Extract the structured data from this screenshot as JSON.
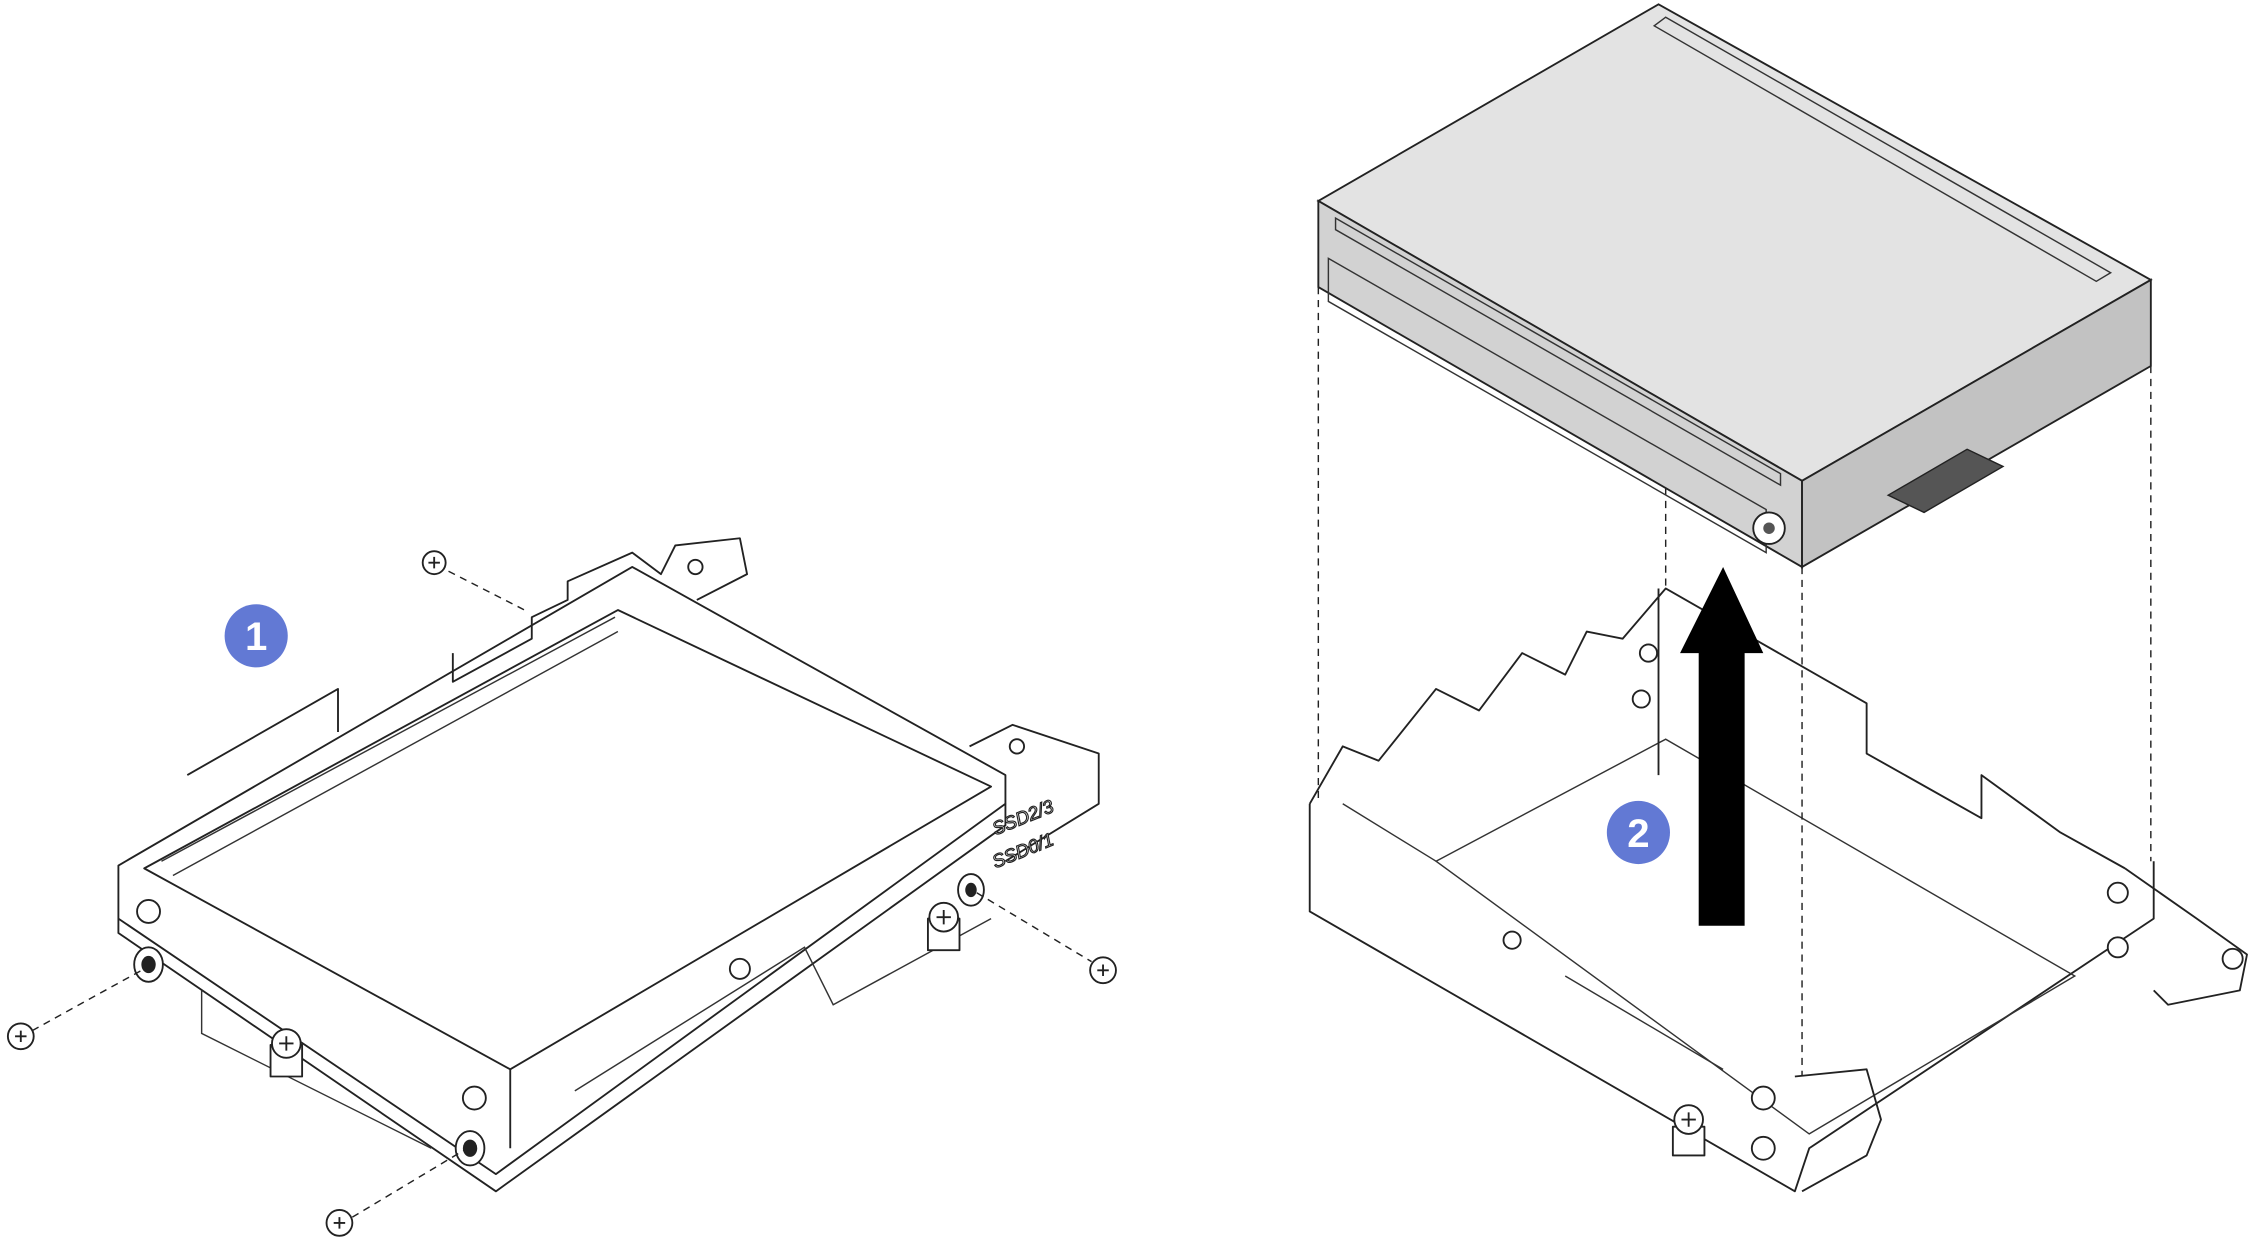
{
  "callouts": [
    {
      "number": "1",
      "step": "remove-screws"
    },
    {
      "number": "2",
      "step": "lift-drive-out"
    }
  ],
  "labels": {
    "slot_upper": "SSD2/3",
    "slot_lower": "SSD0/1"
  },
  "colors": {
    "callout": "#6279d4",
    "arrow": "#000000",
    "drive_top": "#e3e3e3",
    "drive_front": "#d2d2d2",
    "drive_side": "#c2c2c2",
    "connector": "#555555"
  }
}
